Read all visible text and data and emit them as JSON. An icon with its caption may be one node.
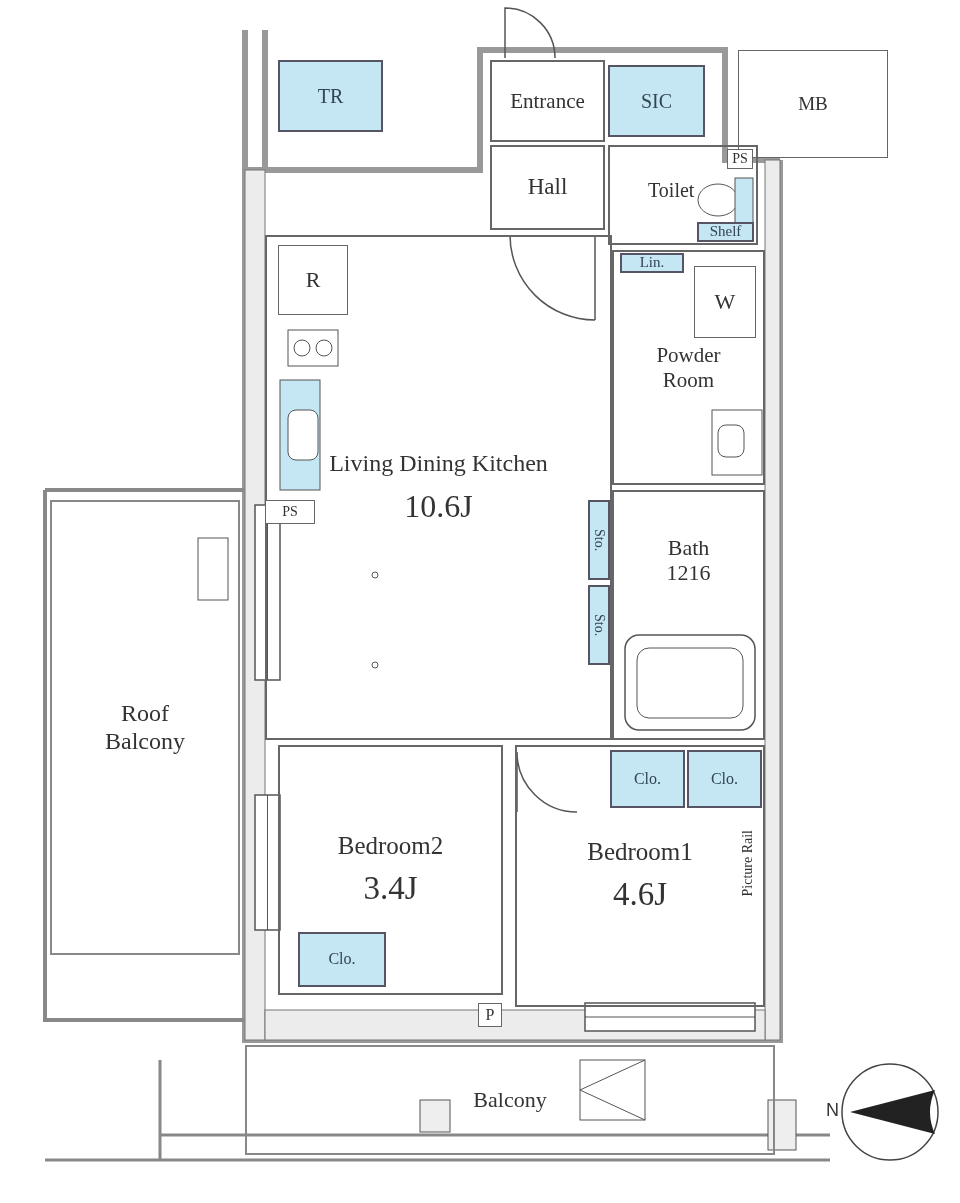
{
  "diagram": {
    "nodes": [
      {
        "text": [
          "TR"
        ]
      },
      {
        "text": [
          "Entrance"
        ]
      },
      {
        "text": [
          "SIC"
        ]
      },
      {
        "text": [
          "MB"
        ]
      },
      {
        "text": [
          "R"
        ],
        "in": 13
      },
      {
        "text": [
          "Hall"
        ]
      },
      {
        "text": [
          "PS"
        ],
        "in": 7
      },
      {
        "text": [
          "Toilet"
        ]
      },
      {
        "text": [
          "Shelf"
        ],
        "in": 7
      },
      {
        "text": [
          "Lin."
        ],
        "in": 11
      },
      {
        "text": [
          "W"
        ],
        "in": 11
      },
      {
        "text": [
          "Powder Room"
        ]
      },
      {
        "text": [
          "PS"
        ],
        "in": 13
      },
      {
        "text": [
          "Living Dining Kitchen",
          "10.6J"
        ]
      },
      {
        "text": [
          "Bath 1216"
        ]
      },
      {
        "text": [
          "Sto."
        ],
        "in": 13
      },
      {
        "text": [
          "Sto."
        ],
        "in": 13
      },
      {
        "text": [
          "Roof Balcony"
        ]
      },
      {
        "text": [
          "Clo."
        ],
        "in": 21
      },
      {
        "text": [
          "Clo."
        ],
        "in": 21
      },
      {
        "text": [
          "Bedroom2",
          "3.4J"
        ]
      },
      {
        "text": [
          "Bedroom1",
          "4.6J"
        ]
      },
      {
        "text": [
          "Clo."
        ],
        "in": 20
      },
      {
        "text": [
          "P"
        ]
      },
      {
        "text": [
          "Balcony"
        ]
      }
    ],
    "edges": [],
    "labels": [
      "Picture Rail",
      "N"
    ]
  }
}
